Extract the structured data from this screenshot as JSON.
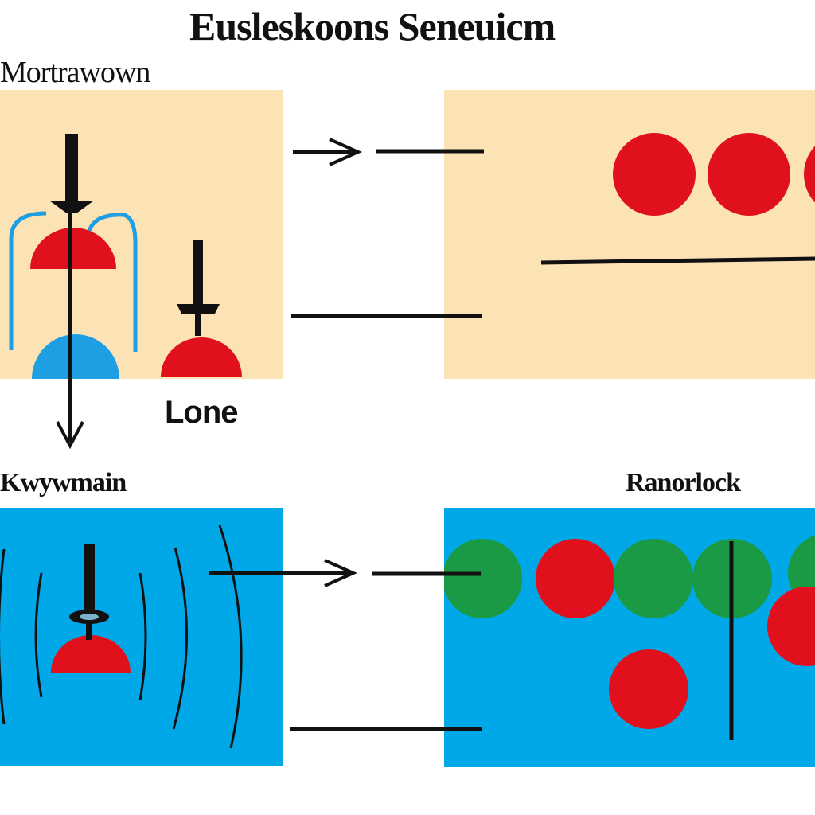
{
  "title": "Eusleskoons Seneuicm",
  "labels": {
    "top_left": "Mortrawown",
    "lone": "Lone",
    "bottom_left": "Kwywmain",
    "bottom_right": "Ranorlock"
  },
  "colors": {
    "cream_panel": "#fbe3b5",
    "blue_panel": "#00a8e8",
    "red": "#e0101d",
    "green": "#1a9a44",
    "light_blue": "#1e9ee3",
    "ink": "#111111"
  },
  "icons": [
    "arrow-right-icon",
    "arrow-down-icon",
    "pin-icon",
    "ball-icon"
  ]
}
